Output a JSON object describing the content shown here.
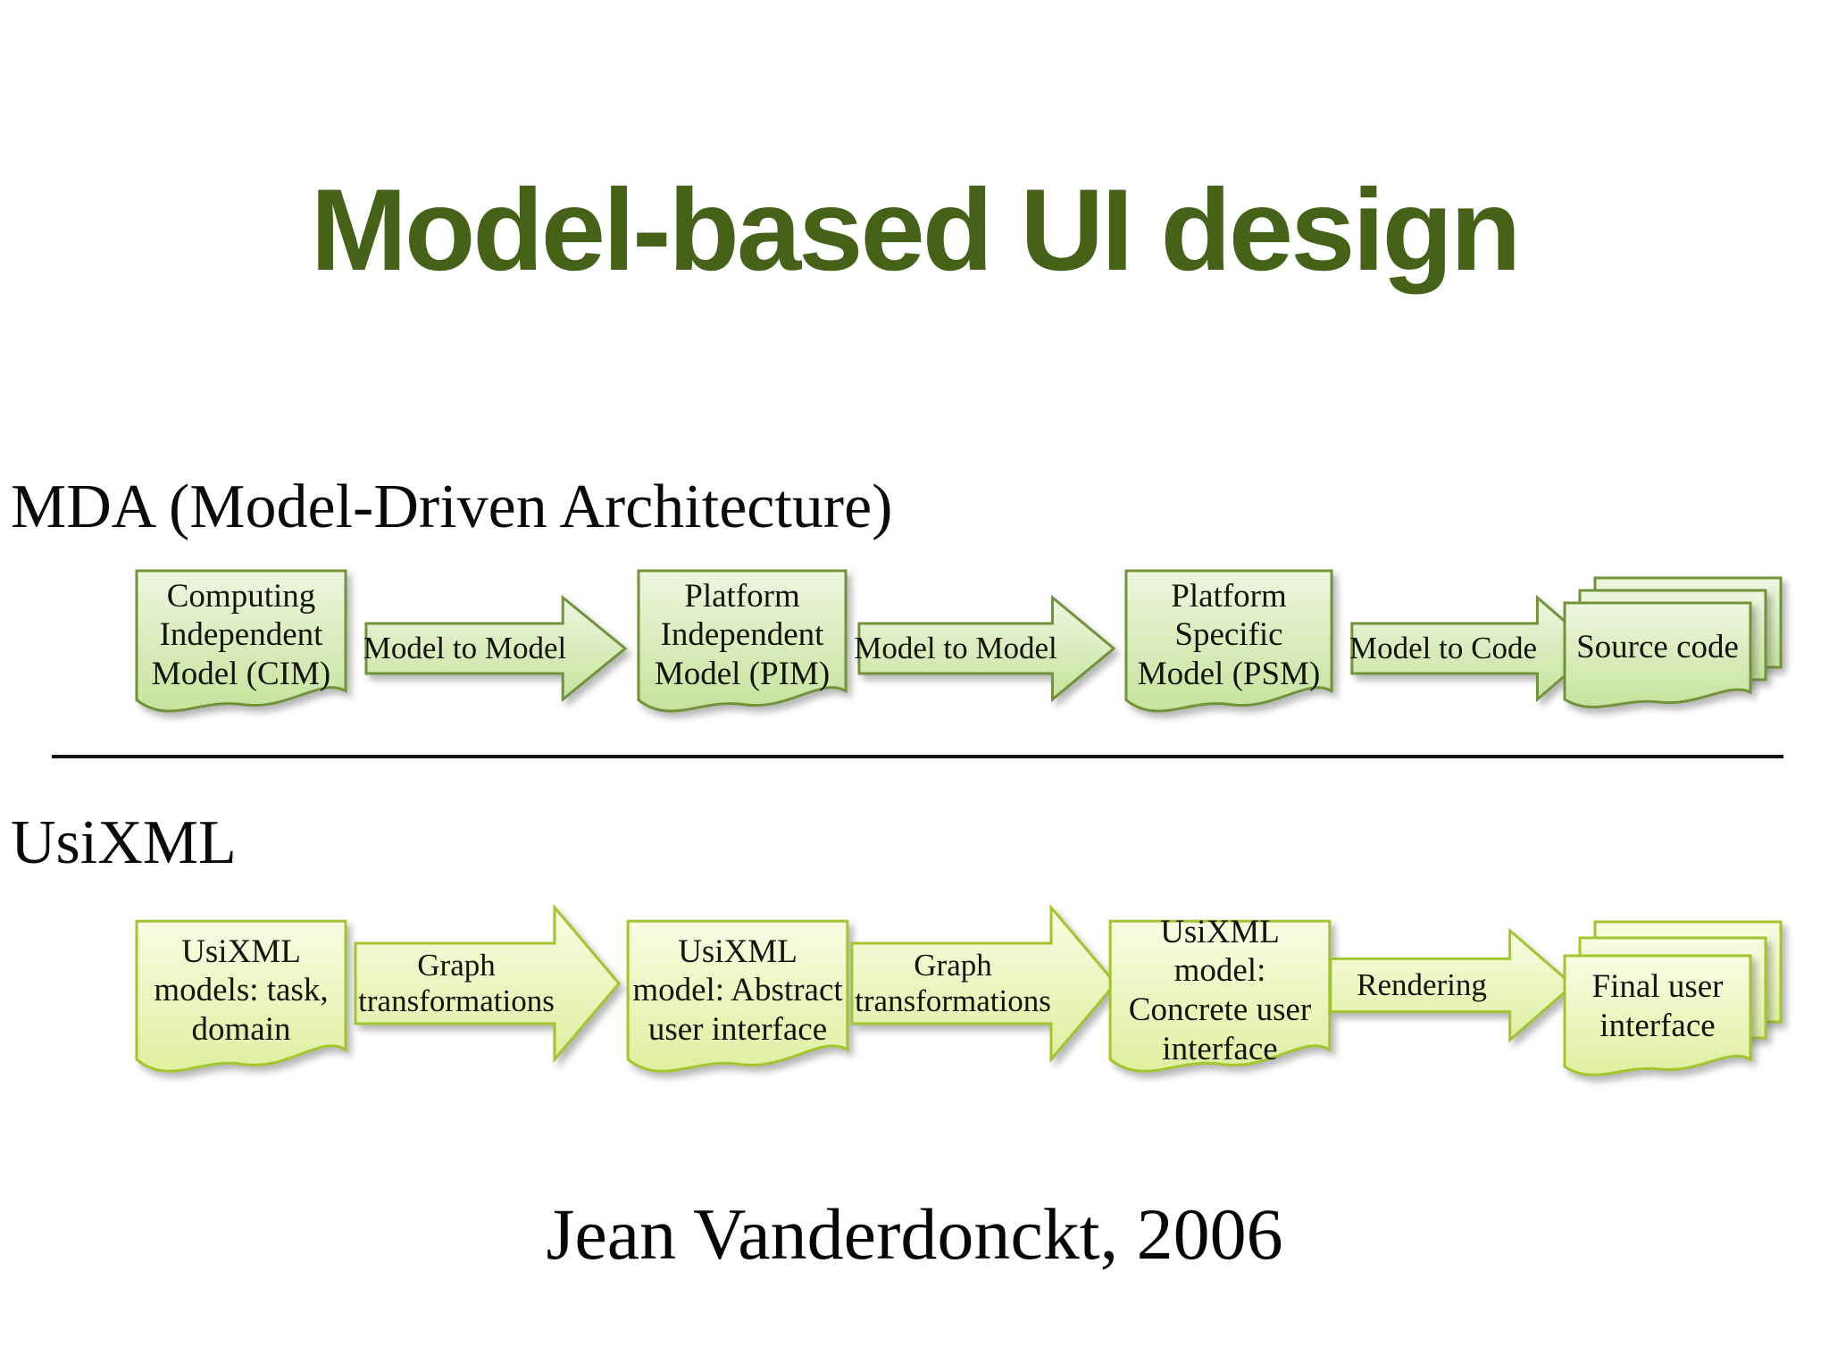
{
  "theme": {
    "title_color": "#466118",
    "text_color": "#14140c",
    "row1_border": "#719339",
    "row1_fill_top": "#eef6e0",
    "row1_fill_bottom": "#c6e39c",
    "row2_border": "#a3c52e",
    "row2_fill_top": "#f9fce3",
    "row2_fill_bottom": "#e0efa0"
  },
  "title": "Model-based UI design",
  "caption": "Jean Vanderdonckt, 2006",
  "sections": [
    {
      "heading": "MDA (Model-Driven Architecture)",
      "flow": [
        {
          "type": "document",
          "label": "Computing Independent Model (CIM)"
        },
        {
          "type": "arrow",
          "label": "Model to Model"
        },
        {
          "type": "document",
          "label": "Platform Independent Model (PIM)"
        },
        {
          "type": "arrow",
          "label": "Model to Model"
        },
        {
          "type": "document",
          "label": "Platform Specific Model (PSM)"
        },
        {
          "type": "arrow",
          "label": "Model to Code"
        },
        {
          "type": "multidocument",
          "label": "Source code"
        }
      ]
    },
    {
      "heading": "UsiXML",
      "flow": [
        {
          "type": "document",
          "label": "UsiXML models: task, domain"
        },
        {
          "type": "arrow",
          "label": "Graph transformations"
        },
        {
          "type": "document",
          "label": "UsiXML model: Abstract user interface"
        },
        {
          "type": "arrow",
          "label": "Graph transformations"
        },
        {
          "type": "document",
          "label": "UsiXML model: Concrete user interface"
        },
        {
          "type": "arrow",
          "label": "Rendering"
        },
        {
          "type": "multidocument",
          "label": "Final user interface"
        }
      ]
    }
  ]
}
